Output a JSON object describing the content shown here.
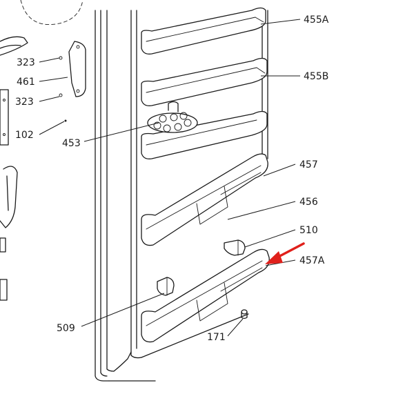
{
  "labels": {
    "p455A": "455A",
    "p455B": "455B",
    "p457": "457",
    "p456": "456",
    "p510": "510",
    "p457A": "457A",
    "p509": "509",
    "p171": "171",
    "p323a": "323",
    "p461": "461",
    "p323b": "323",
    "p102": "102",
    "p453": "453"
  },
  "colors": {
    "line": "#1a1a1a",
    "highlight_arrow": "#e0201b",
    "background": "#ffffff"
  },
  "highlighted_part": "457A"
}
